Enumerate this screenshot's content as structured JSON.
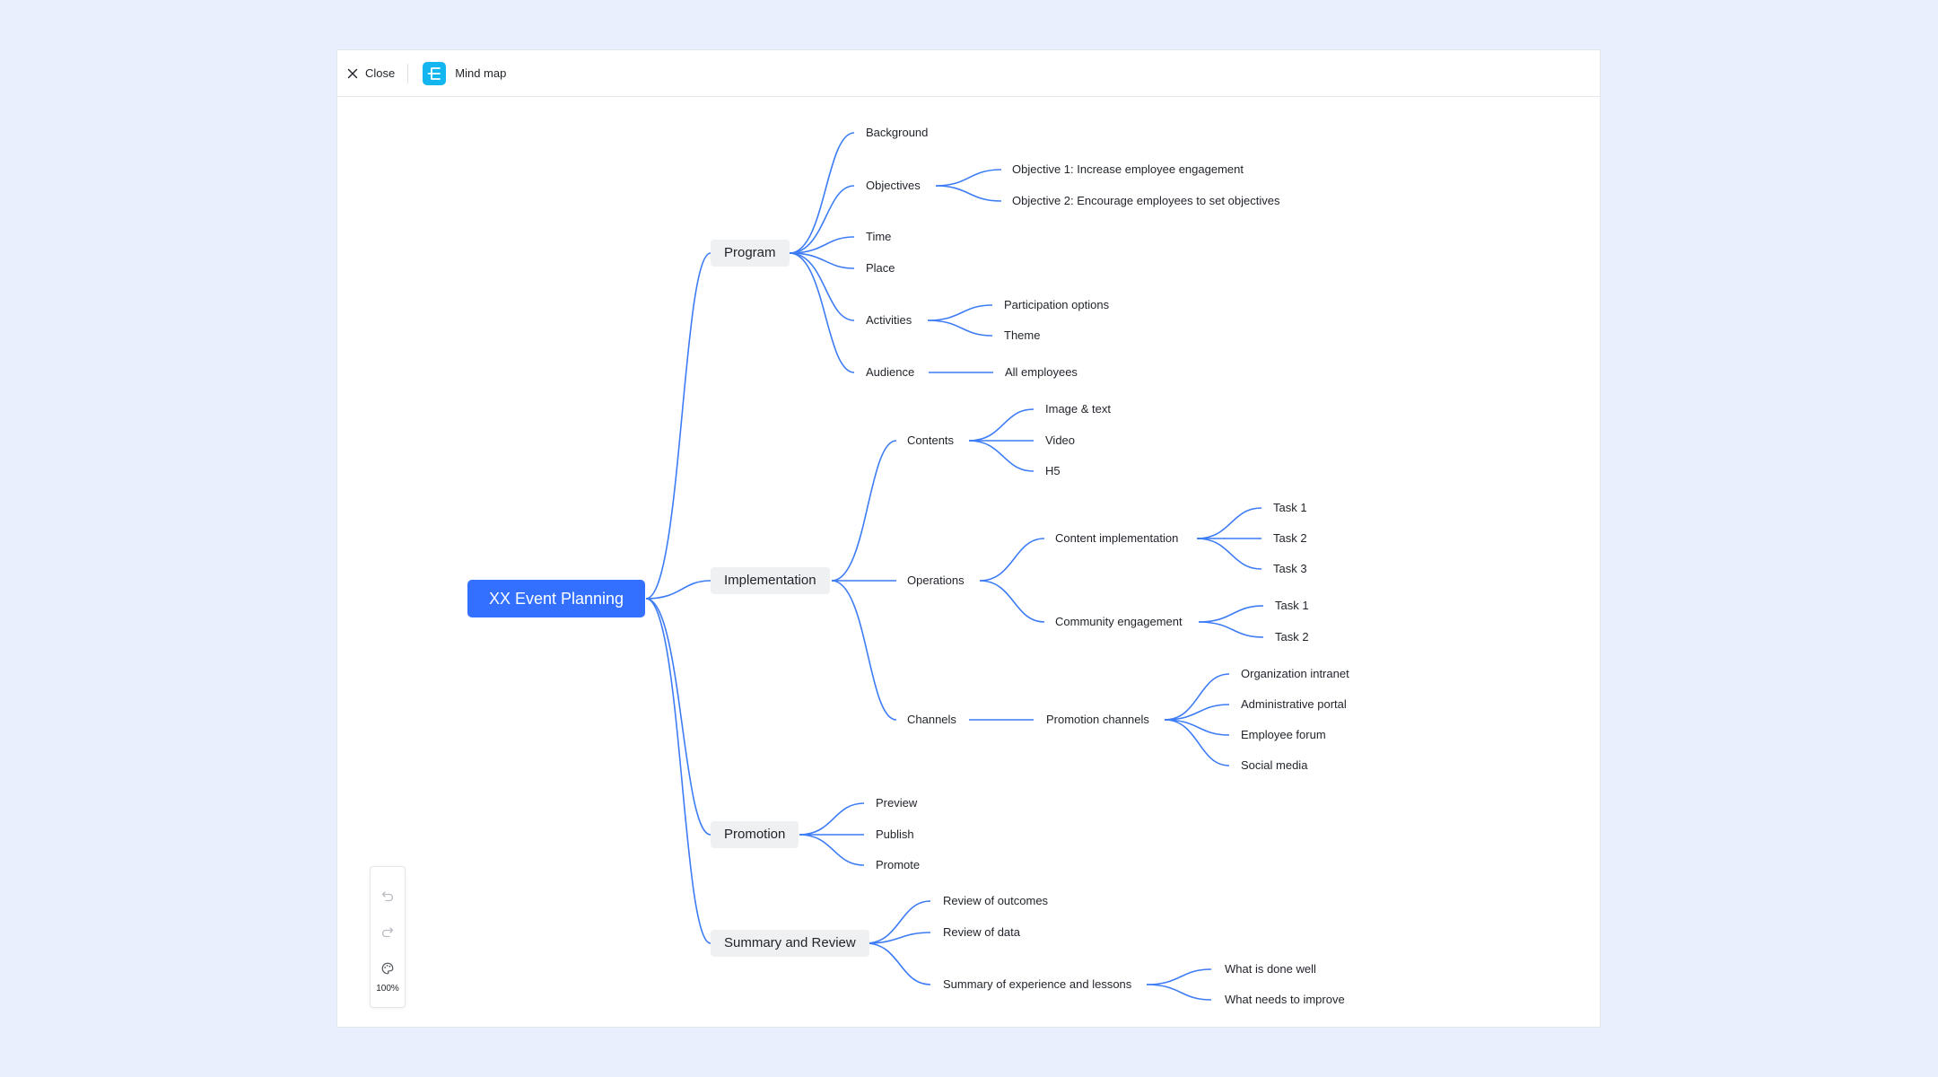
{
  "header": {
    "close_label": "Close",
    "app_title": "Mind map",
    "app_icon": "mindmap-icon",
    "close_icon": "close-icon"
  },
  "colors": {
    "accent": "#3370ff",
    "line": "#3d7cf5",
    "app_icon_bg": "#14b6f0",
    "node_bg": "#eef0f2"
  },
  "mindmap": {
    "root": "XX Event Planning",
    "branches": {
      "program": {
        "label": "Program",
        "background": "Background",
        "objectives": {
          "label": "Objectives",
          "items": [
            "Objective 1: Increase employee engagement",
            "Objective 2: Encourage employees to set objectives"
          ]
        },
        "time": "Time",
        "place": "Place",
        "activities": {
          "label": "Activities",
          "items": [
            "Participation options",
            "Theme"
          ]
        },
        "audience": {
          "label": "Audience",
          "items": [
            "All employees"
          ]
        }
      },
      "implementation": {
        "label": "Implementation",
        "contents": {
          "label": "Contents",
          "items": [
            "Image & text",
            "Video",
            "H5"
          ]
        },
        "operations": {
          "label": "Operations",
          "content_impl": {
            "label": "Content implementation",
            "items": [
              "Task 1",
              "Task 2",
              "Task 3"
            ]
          },
          "community": {
            "label": "Community engagement",
            "items": [
              "Task 1",
              "Task 2"
            ]
          }
        },
        "channels": {
          "label": "Channels",
          "promotion_channels": {
            "label": "Promotion channels",
            "items": [
              "Organization intranet",
              "Administrative portal",
              "Employee forum",
              "Social media"
            ]
          }
        }
      },
      "promotion": {
        "label": "Promotion",
        "items": [
          "Preview",
          "Publish",
          "Promote"
        ]
      },
      "summary": {
        "label": "Summary and Review",
        "outcomes": "Review of outcomes",
        "data": "Review of data",
        "lessons": {
          "label": "Summary of experience and lessons",
          "items": [
            "What is done well",
            "What needs to improve"
          ]
        }
      }
    }
  },
  "toolbar": {
    "zoom": "100%",
    "undo_icon": "undo-icon",
    "redo_icon": "redo-icon",
    "style_icon": "palette-icon"
  }
}
